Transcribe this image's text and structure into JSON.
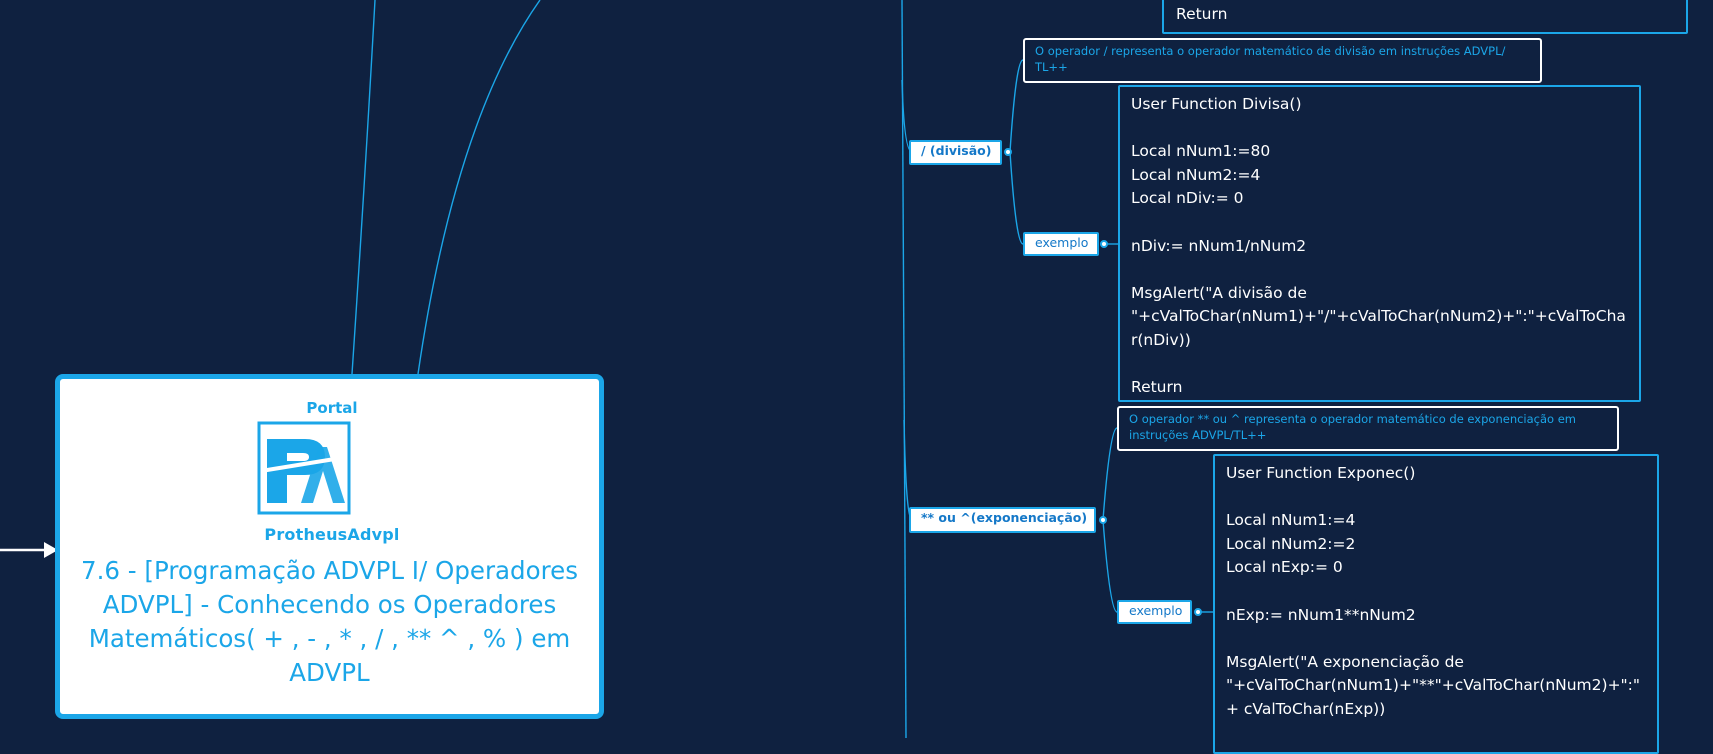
{
  "colors": {
    "background": "#0f2140",
    "accent": "#1ba6e8",
    "text": "#ffffff"
  },
  "root": {
    "logo_top": "Portal",
    "logo_brand": "ProtheusAdvpl",
    "title": "7.6 - [Programação ADVPL I/ Operadores ADVPL] - Conhecendo os Operadores Matemáticos( + , - , * ,  / , ** ^ , % ) em ADVPL"
  },
  "prev_code": {
    "last_line": "Return"
  },
  "division": {
    "label": "/ (divisão)",
    "description": "O operador  /  representa o operador matemático de divisão em instruções ADVPL/ TL++",
    "example_label": "exemplo",
    "code": "User Function Divisa()\n\nLocal nNum1:=80\nLocal nNum2:=4\nLocal nDiv:= 0\n\nnDiv:= nNum1/nNum2\n\nMsgAlert(\"A divisão de \"+cValToChar(nNum1)+\"/\"+cValToChar(nNum2)+\":\"+cValToChar(nDiv))\n\nReturn"
  },
  "exponent": {
    "label": "** ou ^(exponenciação)",
    "description": "O operador  **  ou  ^  representa o operador matemático de exponenciação em instruções ADVPL/TL++",
    "example_label": "exemplo",
    "code": "User Function Exponec()\n\nLocal nNum1:=4\nLocal nNum2:=2\nLocal nExp:= 0\n\nnExp:= nNum1**nNum2\n\nMsgAlert(\"A exponenciação de \"+cValToChar(nNum1)+\"**\"+cValToChar(nNum2)+\":\"+ cValToChar(nExp))"
  }
}
